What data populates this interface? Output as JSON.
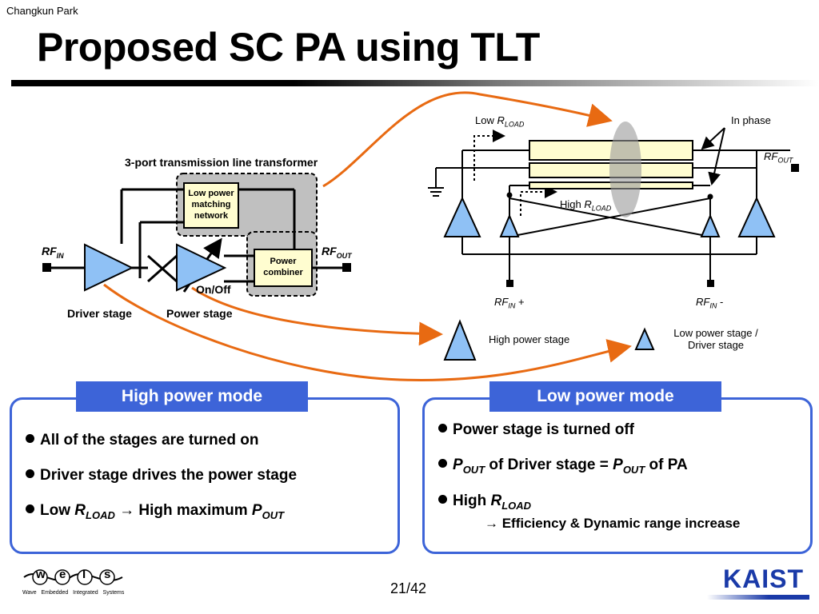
{
  "header": {
    "author": "Changkun Park",
    "title": "Proposed SC PA using TLT"
  },
  "left_diagram": {
    "caption": "3-port transmission line transformer",
    "rf_in_base": "RF",
    "rf_in_sub": "IN",
    "rf_out_base": "RF",
    "rf_out_sub": "OUT",
    "matching_network": [
      "Low power",
      "matching",
      "network"
    ],
    "power_combiner": [
      "Power",
      "combiner"
    ],
    "on_off": "On/Off",
    "driver_stage": "Driver stage",
    "power_stage": "Power stage"
  },
  "right_diagram": {
    "low_rload_prefix": "Low ",
    "low_rload_base": "R",
    "low_rload_sub": "LOAD",
    "in_phase": "In phase",
    "rf_out_base": "RF",
    "rf_out_sub": "OUT",
    "high_rload_prefix": "High ",
    "high_rload_base": "R",
    "high_rload_sub": "LOAD",
    "rf_in_plus_base": "RF",
    "rf_in_plus_sub": "IN",
    "rf_in_plus_sign": " +",
    "rf_in_minus_base": "RF",
    "rf_in_minus_sub": "IN",
    "rf_in_minus_sign": " -"
  },
  "legend": {
    "high_power_stage": "High power stage",
    "low_power_stage_line1": "Low power stage /",
    "low_power_stage_line2": "Driver stage"
  },
  "high_power_mode": {
    "heading": "High power mode",
    "bullet1": "All of the stages are turned on",
    "bullet2": "Driver stage drives the power stage",
    "bullet3_low": "Low ",
    "bullet3_r": "R",
    "bullet3_r_sub": "LOAD",
    "bullet3_arrow": " → ",
    "bullet3_high": "High maximum ",
    "bullet3_p": "P",
    "bullet3_p_sub": "OUT"
  },
  "low_power_mode": {
    "heading": "Low power mode",
    "bullet1": "Power stage is turned off",
    "bullet2_p": "P",
    "bullet2_p_sub": "OUT",
    "bullet2_mid": " of Driver stage = ",
    "bullet2_p2": "P",
    "bullet2_p2_sub": "OUT",
    "bullet2_end": " of PA",
    "bullet3_high": "High ",
    "bullet3_r": "R",
    "bullet3_r_sub": "LOAD",
    "bullet3_result": "→ Efficiency & Dynamic range increase"
  },
  "footer": {
    "weis_letters": [
      "w",
      "e",
      "I",
      "s"
    ],
    "weis_tagline": "Wave   Embedded   Integrated   Systems",
    "page": "21/42",
    "kaist": "KAIST"
  },
  "colors": {
    "accent_blue": "#3d64d8",
    "amp_fill": "#8fc1f5",
    "box_fill": "#fffdd0",
    "arrow_orange": "#e86a12"
  }
}
